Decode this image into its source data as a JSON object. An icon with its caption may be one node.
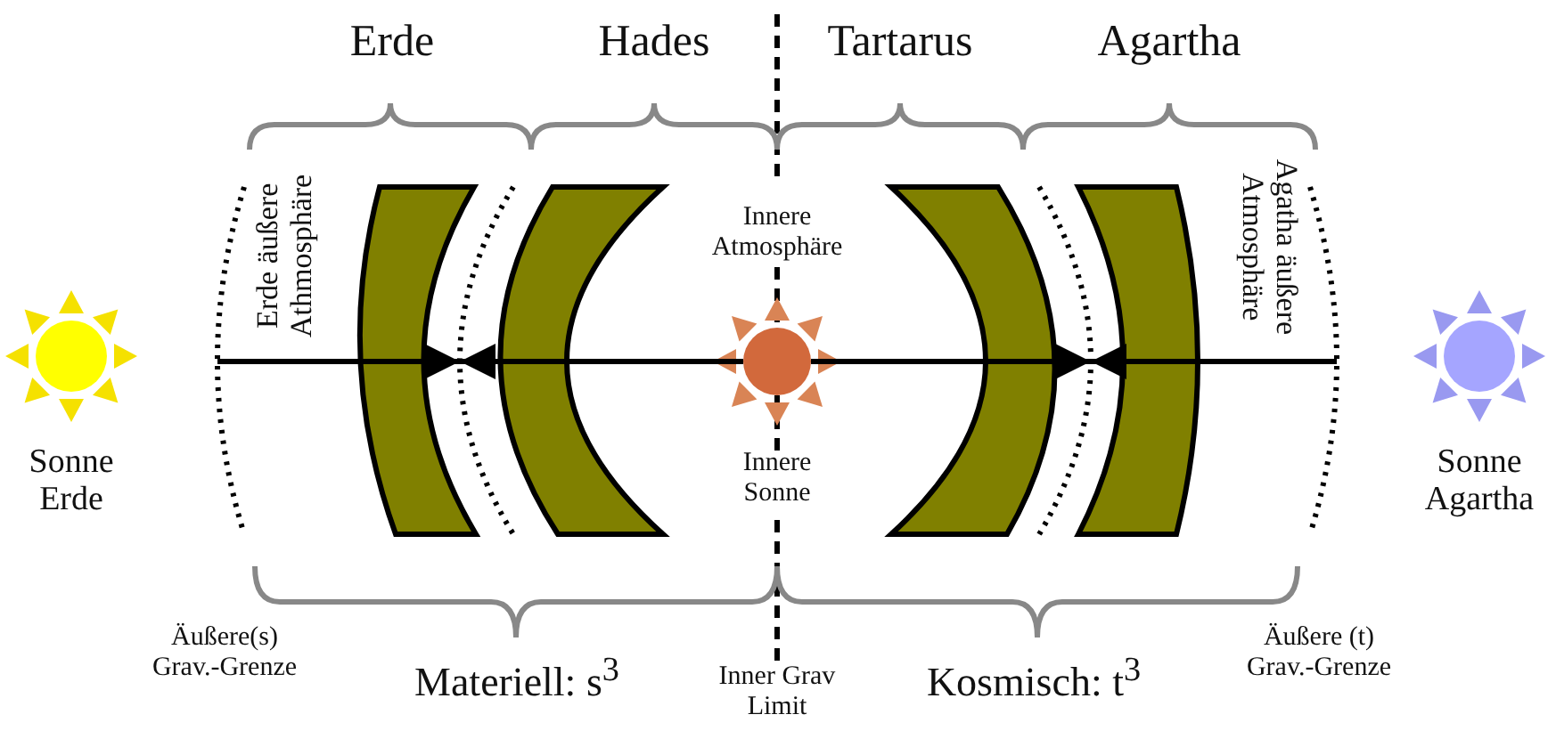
{
  "diagram": {
    "nodes": [
      {
        "text": [],
        "shape": "sun",
        "beside": [
          "Sonne Erde"
        ]
      },
      {
        "text": [],
        "shape": "arc",
        "beside": [
          "Erde äußere Athmosphäre"
        ]
      },
      {
        "text": [],
        "shape": "arc"
      },
      {
        "text": [],
        "shape": "sun",
        "beside": [
          "Innere Atmosphäre",
          "Innere Sonne"
        ]
      },
      {
        "text": [],
        "shape": "arc"
      },
      {
        "text": [],
        "shape": "arc",
        "beside": [
          "Agatha äußere Atmosphäre"
        ]
      },
      {
        "text": [],
        "shape": "sun",
        "beside": [
          "Sonne Agartha"
        ]
      }
    ],
    "edges": [
      {
        "from": 1,
        "to": 2,
        "arrow": "to"
      },
      {
        "from": 3,
        "to": 2,
        "arrow": "to"
      },
      {
        "from": 3,
        "to": 4,
        "arrow": "to"
      },
      {
        "from": 5,
        "to": 4,
        "arrow": "to"
      }
    ],
    "labels": [
      "Erde",
      "Hades",
      "Tartarus",
      "Agartha",
      "Äußere(s) Grav.-Grenze",
      "Materiell: s$^{3}$",
      "Inner Grav Limit",
      "Kosmisch: t$^{3}$",
      "Äußere (t) Grav.-Grenze"
    ]
  }
}
